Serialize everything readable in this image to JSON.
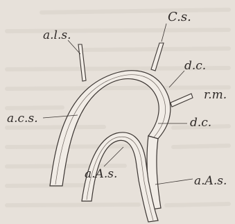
{
  "figure": {
    "labels": {
      "a_l_s": "a.l.s.",
      "c_s": "C.s.",
      "d_c_upper": "d.c.",
      "r_m": "r.m.",
      "a_c_s": "a.c.s.",
      "d_c_lower": "d.c.",
      "a_a_s_inner": "a.A.s.",
      "a_a_s_outer": "a.A.s."
    },
    "colors": {
      "paper": "#e7e1da",
      "ink": "#2f2a28",
      "vessel_fill": "#f1ece6",
      "show_through_text": "#d9d2ca"
    }
  }
}
